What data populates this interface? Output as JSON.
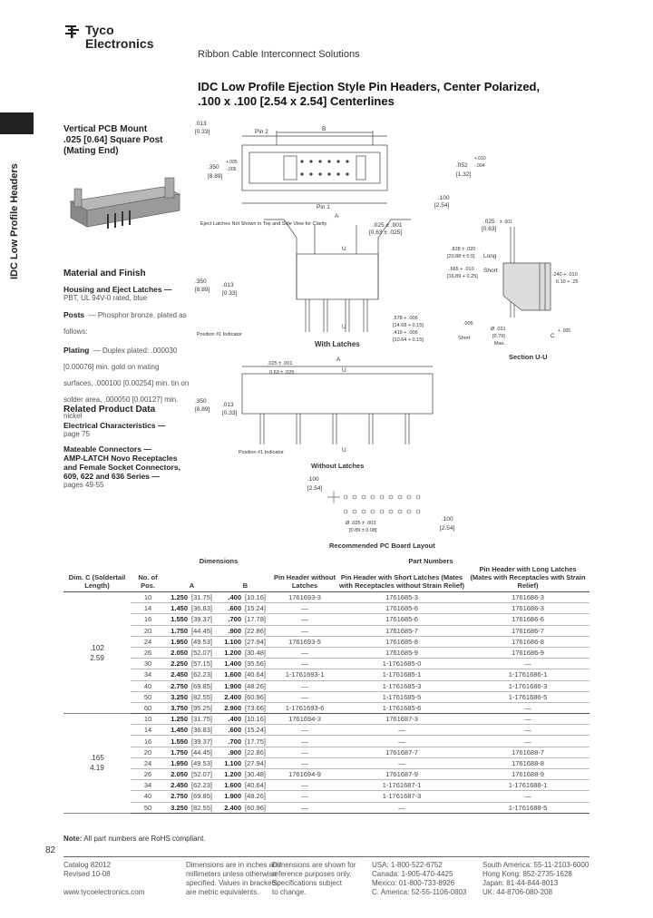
{
  "brand": {
    "line1": "Tyco",
    "line2": "Electronics"
  },
  "header": {
    "title": "Ribbon Cable Interconnect Solutions"
  },
  "side_tab": {
    "label": "IDC Low Profile Headers"
  },
  "main_title": {
    "line1": "IDC Low Profile Ejection Style Pin Headers, Center Polarized,",
    "line2": ".100 x .100 [2.54 x 2.54] Centerlines"
  },
  "product": {
    "line1": "Vertical PCB Mount",
    "line2": ".025 [0.64] Square Post",
    "line3": "(Mating End)"
  },
  "material": {
    "heading": "Material and Finish",
    "housing_label": "Housing and Eject Latches —",
    "housing_text": "PBT, UL 94V-0 rated, blue",
    "posts_label": "Posts",
    "posts_text": "— Phosphor bronze, plated as follows:",
    "plating_label": "Plating",
    "plating_text": "— Duplex plated: .000030 [0.00076] min. gold on mating surfaces, .000100 [0.00254] min. tin on solder area, .000050 [0.00127] min. nickel"
  },
  "related": {
    "heading": "Related Product Data",
    "electrical_label": "Electrical Characteristics —",
    "electrical_page": "page 75",
    "mateable_label": "Mateable Connectors —",
    "mateable_text_1": "AMP-LATCH Novo Receptacles",
    "mateable_text_2": "and Female Socket Connectors,",
    "mateable_text_3": "609, 622 and 636 Series —",
    "mateable_pages": "pages 49-55"
  },
  "drawings": {
    "top_013": ".013",
    "top_033": "[0.33]",
    "pin2": "Pin 2",
    "dim_b": "B",
    "d350": ".350",
    "d005": "+.005",
    "d0051": "-.005",
    "d889": "[8.89]",
    "d052": ".052",
    "d010": "+.010",
    "d004": "-.004",
    "d132": "[1.32]",
    "pin1": "Pin 1",
    "d100": ".100",
    "d254": "[2.54]",
    "dim_a": "A",
    "eject_note": "Eject Latches Not Shown in Top and Side View for Clarity",
    "d025": ".025 ± .001",
    "d064": "[0.63 ± .025]",
    "d026": ".025",
    "d001": "± .001",
    "d063": "[0.63]",
    "d828": ".828 ± .020",
    "d2103": "[20.88 ± 0.5]",
    "long": "Long",
    "d665": ".665 + .010",
    "d1689": "[16.89 + 0.25]",
    "short": "Short",
    "d350b": ".350",
    "d889b": "[8.89]",
    "d013b": ".013",
    "d033b": "[0.33]",
    "d240": ".240 + .010",
    "d610": "6.10 + .25",
    "pos1": "Position #1 Indicator",
    "with_latches": "With Latches",
    "d578": ".578 + .006",
    "d1468": "[14.68 + 0.15]",
    "d005c": ".005",
    "d419": ".419 + .006",
    "d1064": "[10.64 + 0.15]",
    "short2": "Short",
    "u": "U",
    "d031": "Ø .031",
    "d079": "[0.79]",
    "max": "Max.",
    "dc": "C",
    "d005d": "+ .005",
    "section_uu": "Section U-U",
    "d025c": ".025 ± .001",
    "d063c": "0.63 ± .025",
    "d350c": ".350",
    "d889c": "[8.89]",
    "d013c": ".013",
    "d033c": "[0.33]",
    "pos1b": "Position #1 Indicator",
    "without_latches": "Without Latches",
    "pcb_100": ".100",
    "pcb_254": "[2.54]",
    "pcb_035": "Ø .035 ± .003",
    "pcb_089": "[0.89 ± 0.08]",
    "pcb_100b": ".100",
    "pcb_254b": "[2.54]",
    "pcb_title": "Recommended PC Board Layout"
  },
  "table": {
    "h_dimc": "Dim. C (Soldertail Length)",
    "h_nopos": "No. of Pos.",
    "h_dims": "Dimensions",
    "h_a": "A",
    "h_b": "B",
    "h_pn": "Part Numbers",
    "h_p1": "Pin Header without Latches",
    "h_p2": "Pin Header with Short Latches (Mates with Receptacles without Strain Relief)",
    "h_p3": "Pin Header with Long Latches (Mates with Receptacles with Strain Relief)",
    "group1_dim": ".102",
    "group1_mm": "2.59",
    "group2_dim": ".165",
    "group2_mm": "4.19",
    "rows1": [
      [
        "10",
        "1.250",
        "[31.75]",
        ".400",
        "[10.16]",
        "1761693-3",
        "1761685-3",
        "1761686-3"
      ],
      [
        "14",
        "1.450",
        "[36.83]",
        ".600",
        "[15.24]",
        "—",
        "1761685-6",
        "1761686-3"
      ],
      [
        "16",
        "1.550",
        "[39.37]",
        ".700",
        "[17.78]",
        "—",
        "1761685-6",
        "1761686-6"
      ],
      [
        "20",
        "1.750",
        "[44.45]",
        ".900",
        "[22.86]",
        "—",
        "1761685-7",
        "1761686-7"
      ],
      [
        "24",
        "1.950",
        "[49.53]",
        "1.100",
        "[27.94]",
        "1761693-5",
        "1761685-8",
        "1761686-8"
      ],
      [
        "26",
        "2.050",
        "[52.07]",
        "1.200",
        "[30.48]",
        "—",
        "1761685-9",
        "1761686-9"
      ],
      [
        "30",
        "2.250",
        "[57.15]",
        "1.400",
        "[35.56]",
        "—",
        "1-1761685-0",
        "—"
      ],
      [
        "34",
        "2.450",
        "[62.23]",
        "1.600",
        "[40.64]",
        "1-1761693-1",
        "1-1761685-1",
        "1-1761686-1"
      ],
      [
        "40",
        "2.750",
        "[69.85]",
        "1.900",
        "[48.26]",
        "—",
        "1-1761685-3",
        "1-1761686-3"
      ],
      [
        "50",
        "3.250",
        "[82.55]",
        "2.400",
        "[60.96]",
        "—",
        "1-1761685-5",
        "1-1761686-5"
      ],
      [
        "60",
        "3.750",
        "[95.25]",
        "2.900",
        "[73.66]",
        "1-1761693-6",
        "1-1761685-6",
        "—"
      ]
    ],
    "rows2": [
      [
        "10",
        "1.250",
        "[31.75]",
        ".400",
        "[10.16]",
        "1761694-3",
        "1761687-3",
        "—"
      ],
      [
        "14",
        "1.450",
        "[36.83]",
        ".600",
        "[15.24]",
        "—",
        "—",
        "—"
      ],
      [
        "16",
        "1.550",
        "[39.37]",
        ".700",
        "[17.75]",
        "—",
        "—",
        "—"
      ],
      [
        "20",
        "1.750",
        "[44.45]",
        ".900",
        "[22.86]",
        "—",
        "1761687-7",
        "1761688-7"
      ],
      [
        "24",
        "1.950",
        "[49.53]",
        "1.100",
        "[27.94]",
        "—",
        "—",
        "1761688-8"
      ],
      [
        "26",
        "2.050",
        "[52.07]",
        "1.200",
        "[30.48]",
        "1761694-9",
        "1761687-9",
        "1761688-9"
      ],
      [
        "34",
        "2.450",
        "[62.23]",
        "1.600",
        "[40.64]",
        "—",
        "1-1761687-1",
        "1-1761688-1"
      ],
      [
        "40",
        "2.750",
        "[69.85]",
        "1.900",
        "[48.26]",
        "—",
        "1-1761687-3",
        "—"
      ],
      [
        "50",
        "3.250",
        "[82.55]",
        "2.400",
        "[60.96]",
        "—",
        "—",
        "1-1761688-5"
      ]
    ]
  },
  "note": {
    "label": "Note:",
    "text": "All part numbers are RoHS compliant."
  },
  "page_number": "82",
  "footer": {
    "col1": [
      "Catalog 82012",
      "Revised 10-08",
      "",
      "www.tycoelectronics.com"
    ],
    "col2": [
      "Dimensions are in inches and",
      "millimeters unless otherwise",
      "specified. Values in brackets",
      "are metric equivalents."
    ],
    "col3": [
      "Dimensions are shown for",
      "reference purposes only.",
      "Specifications subject",
      "to change."
    ],
    "col4": [
      "USA: 1-800-522-6752",
      "Canada: 1-905-470-4425",
      "Mexico: 01-800-733-8926",
      "C. America: 52-55-1106-0803"
    ],
    "col5": [
      "South America: 55-11-2103-6000",
      "Hong Kong: 852-2735-1628",
      "Japan: 81-44-844-8013",
      "UK: 44-8706-080-208"
    ]
  }
}
